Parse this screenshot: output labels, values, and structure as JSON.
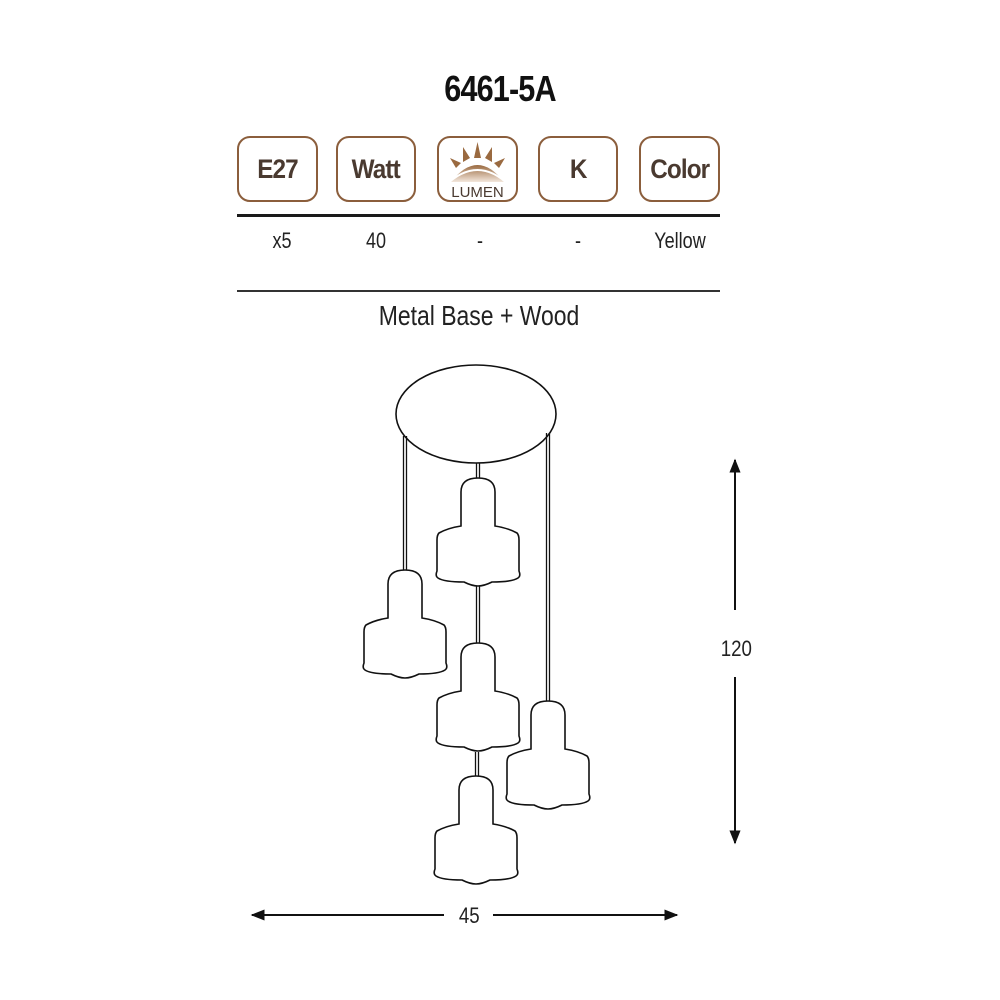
{
  "product": {
    "code": "6461-5A",
    "material": "Metal Base + Wood"
  },
  "spec_headers": [
    {
      "key": "socket",
      "label": "E27",
      "icon": "socket-label"
    },
    {
      "key": "watt",
      "label": "Watt",
      "icon": "watt-label"
    },
    {
      "key": "lumen",
      "label": "LUMEN",
      "icon": "sun-rays-icon"
    },
    {
      "key": "kelvin",
      "label": "K",
      "icon": "kelvin-label"
    },
    {
      "key": "color",
      "label": "Color",
      "icon": "color-label"
    }
  ],
  "spec_values": {
    "socket": "x5",
    "watt": "40",
    "lumen": "-",
    "kelvin": "-",
    "color": "Yellow"
  },
  "dimensions": {
    "height": "120",
    "width": "45"
  },
  "drawing": {
    "lamp_count": 5,
    "accent_color": "#8b5e3c",
    "line_color": "#111111"
  }
}
